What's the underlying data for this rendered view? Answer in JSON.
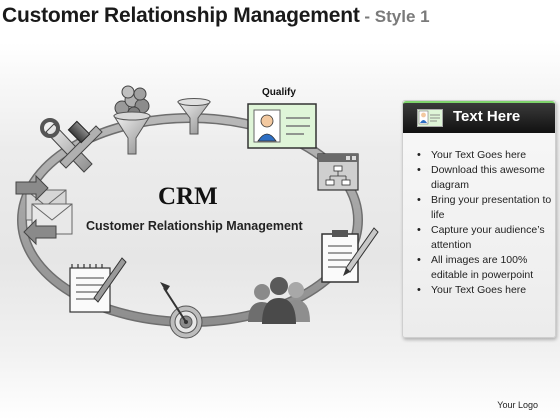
{
  "title": {
    "main": "Customer Relationship Management",
    "sub": " - Style 1"
  },
  "diagram": {
    "center_title": "CRM",
    "center_subtitle": "Customer Relationship Management",
    "qualify_label": "Qualify"
  },
  "panel": {
    "header": "Text Here",
    "items": [
      "Your Text Goes here",
      "Download this awesome diagram",
      "Bring your presentation to life",
      "Capture your audience’s attention",
      "All images are 100% editable in powerpoint",
      "Your Text Goes here"
    ]
  },
  "footer": {
    "logo": "Your Logo"
  },
  "colors": {
    "ring": "#9a9a9a",
    "panel_header": "#1a1a1a",
    "panel_accent": "#7fd36c",
    "qualify_card": "#dff5d8"
  }
}
